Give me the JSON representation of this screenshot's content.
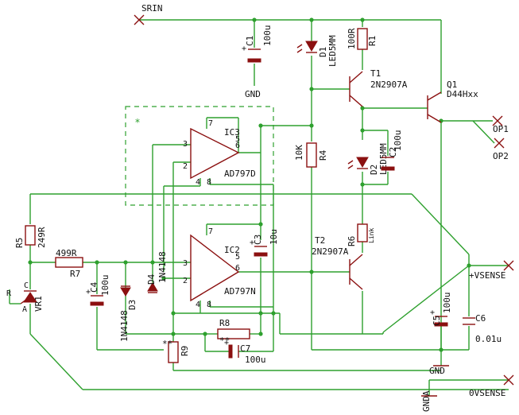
{
  "ports": {
    "srin": "SRIN",
    "op1": "OP1",
    "op2": "OP2",
    "vsense_pos": "+VSENSE",
    "vsense_zero": "0VSENSE",
    "gnd": "GND",
    "gnda": "GNDA"
  },
  "parts": {
    "c1": {
      "name": "C1",
      "value": "100u"
    },
    "d1": {
      "name": "D1",
      "value": "LED5MM"
    },
    "r1": {
      "name": "R1",
      "value": "100R"
    },
    "t1": {
      "name": "T1",
      "value": "2N2907A"
    },
    "q1": {
      "name": "Q1",
      "value": "D44Hxx"
    },
    "ic3": {
      "name": "IC3",
      "value": "AD797D"
    },
    "r4": {
      "name": "R4",
      "value": "10K"
    },
    "d2": {
      "name": "D2",
      "value": "LED5MM"
    },
    "c2": {
      "name": "C2",
      "value": "100u"
    },
    "r5": {
      "name": "R5",
      "value": "249R"
    },
    "r7": {
      "name": "R7",
      "value": "499R"
    },
    "ic2": {
      "name": "IC2",
      "value": "AD797N"
    },
    "c3": {
      "name": "C3",
      "value": "10u"
    },
    "r6": {
      "name": "R6",
      "value": "Link"
    },
    "t2": {
      "name": "T2",
      "value": "2N2907A"
    },
    "c4": {
      "name": "C4",
      "value": "100u"
    },
    "d3": {
      "name": "D3",
      "value": "1N4148"
    },
    "d4": {
      "name": "D4",
      "value": "1N4148"
    },
    "vr1": {
      "name": "VR1"
    },
    "r8": {
      "name": "R8"
    },
    "r9": {
      "name": "R9",
      "mark": "**"
    },
    "c7": {
      "name": "C7",
      "value": "100u",
      "mark": "**"
    },
    "c5": {
      "name": "C5",
      "value": "100u"
    },
    "c6": {
      "name": "C6",
      "value": "0.01u"
    }
  },
  "pins": {
    "ic_in_plus": "3",
    "ic_in_minus": "2",
    "ic_out": "6",
    "ic_top_a": "7",
    "ic_top_b": "5",
    "ic_bot_a": "4",
    "ic_bot_b": "8",
    "plus": "+",
    "vr_a": "A",
    "vr_c": "C",
    "vr_r": "R"
  },
  "markers": {
    "option_star": "*"
  },
  "colors": {
    "wire": "#2ea02e",
    "component": "#8b1010",
    "text": "#111111"
  }
}
